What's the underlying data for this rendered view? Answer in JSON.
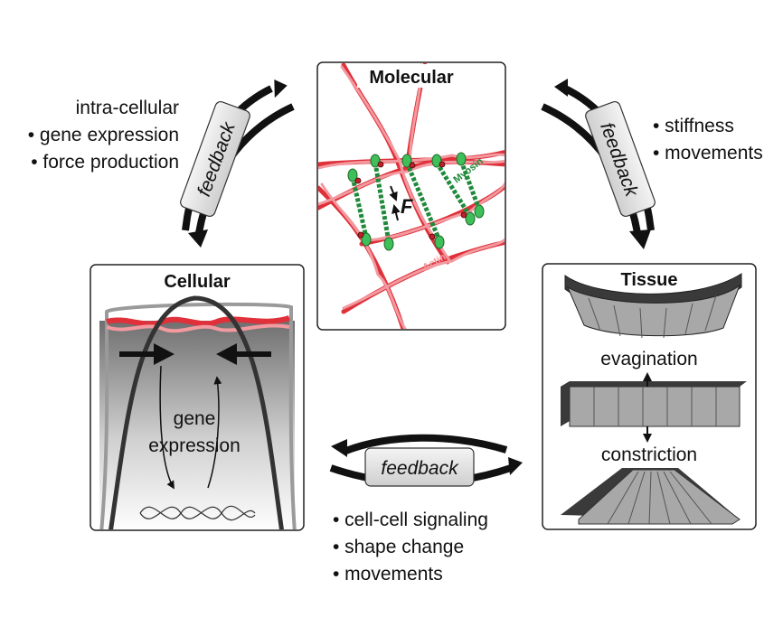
{
  "panels": {
    "molecular": {
      "title": "Molecular",
      "myosin_label": "Myosin",
      "actin_label": "Actin",
      "force_label": "F"
    },
    "cellular": {
      "title": "Cellular",
      "gene_label_1": "gene",
      "gene_label_2": "expression"
    },
    "tissue": {
      "title": "Tissue",
      "evagination_label": "evagination",
      "constriction_label": "constriction"
    }
  },
  "feedback": {
    "label": "feedback",
    "top_left_bullets": [
      "intra-cellular",
      "• gene expression",
      "• force production"
    ],
    "top_right_bullets": [
      "• stiffness",
      "• movements"
    ],
    "bottom_bullets": [
      "• cell-cell signaling",
      "• shape change",
      "• movements"
    ]
  },
  "colors": {
    "actin": "#e0303a",
    "actin_light": "#f29aa0",
    "myosin": "#1f8a3a",
    "myosin_light": "#3fbf5a",
    "block": "#a8a8a8",
    "block_dark": "#3a3a3a"
  }
}
